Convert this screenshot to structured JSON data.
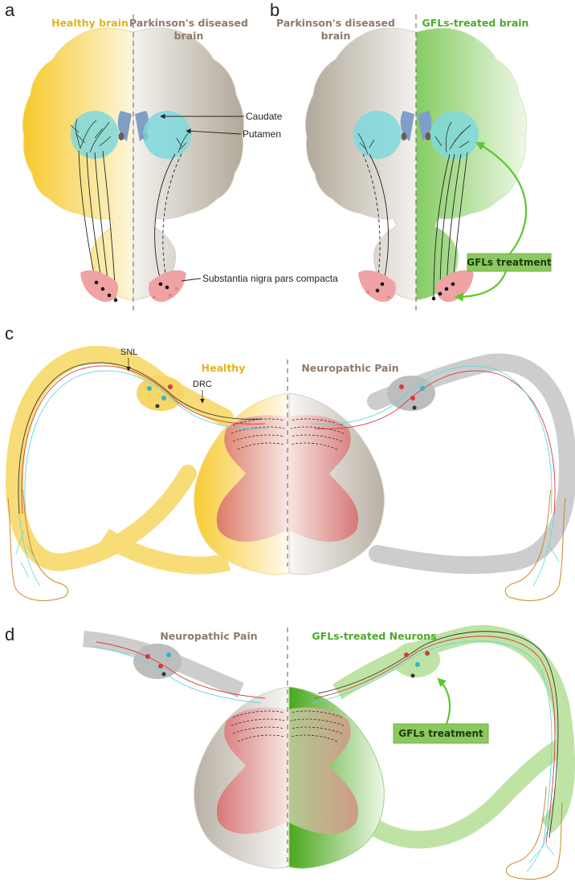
{
  "panels": {
    "a": {
      "letter": "a",
      "left_title": "Healthy brain",
      "right_title_line1": "Parkinson's diseased",
      "right_title_line2": "brain",
      "labels": {
        "caudate": "Caudate",
        "putamen": "Putamen",
        "snpc": "Substantia nigra pars compacta"
      }
    },
    "b": {
      "letter": "b",
      "left_title_line1": "Parkinson's diseased",
      "left_title_line2": "brain",
      "right_title": "GFLs-treated brain",
      "treatment_box": "GFLs treatment"
    },
    "c": {
      "letter": "c",
      "left_title": "Healthy",
      "right_title": "Neuropathic Pain",
      "snl": "SNL",
      "drc": "DRC"
    },
    "d": {
      "letter": "d",
      "left_title": "Neuropathic Pain",
      "right_title": "GFLs-treated Neurons",
      "treatment_box": "GFLs treatment"
    }
  },
  "colors": {
    "healthy": "#f2c318",
    "healthy_title": "#e2b31a",
    "disease": "#b3ab9d",
    "disease_title": "#8e7a6c",
    "treated": "#7fc657",
    "treated_title": "#4fa82a",
    "putamen": "#7fd8dc",
    "caudate": "#7f9fc7",
    "snpc": "#f0a3a3",
    "arrow_green": "#5ac832",
    "box_green": "#8cc860",
    "nerve_grey": "#c9c9c9"
  }
}
